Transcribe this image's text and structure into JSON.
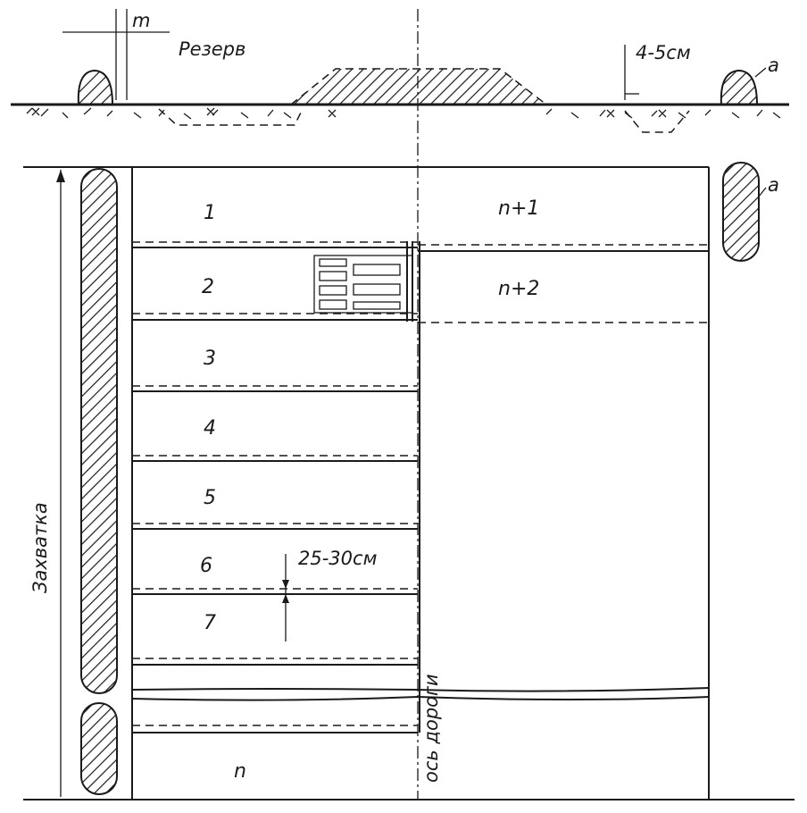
{
  "labels": {
    "reserve": "Резерв",
    "dim_m": "m",
    "dim_4_5": "4-5см",
    "mark_a_top": "a",
    "mark_a_side": "a",
    "zahvatka": "Захватка",
    "axis": "ось дороги",
    "dim_25_30": "25-30см"
  },
  "strips_left": [
    "1",
    "2",
    "3",
    "4",
    "5",
    "6",
    "7"
  ],
  "strip_last": "n",
  "strips_right": [
    "n+1",
    "n+2"
  ]
}
